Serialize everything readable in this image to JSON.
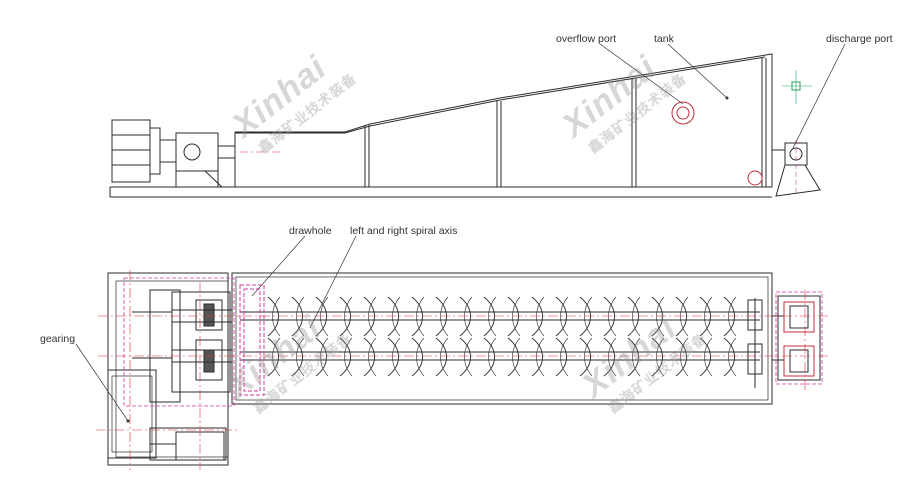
{
  "labels": {
    "overflow_port": "overflow port",
    "tank": "tank",
    "discharge_port": "discharge port",
    "drawhole": "drawhole",
    "spiral_axis": "left and right spiral axis",
    "gearing": "gearing"
  },
  "watermark": {
    "brand": "Xinhai",
    "subtitle": "鑫海矿业技术装备"
  },
  "colors": {
    "line": "#2b2b2b",
    "centerline": "#e0303a",
    "highlight": "#d23aa0"
  }
}
